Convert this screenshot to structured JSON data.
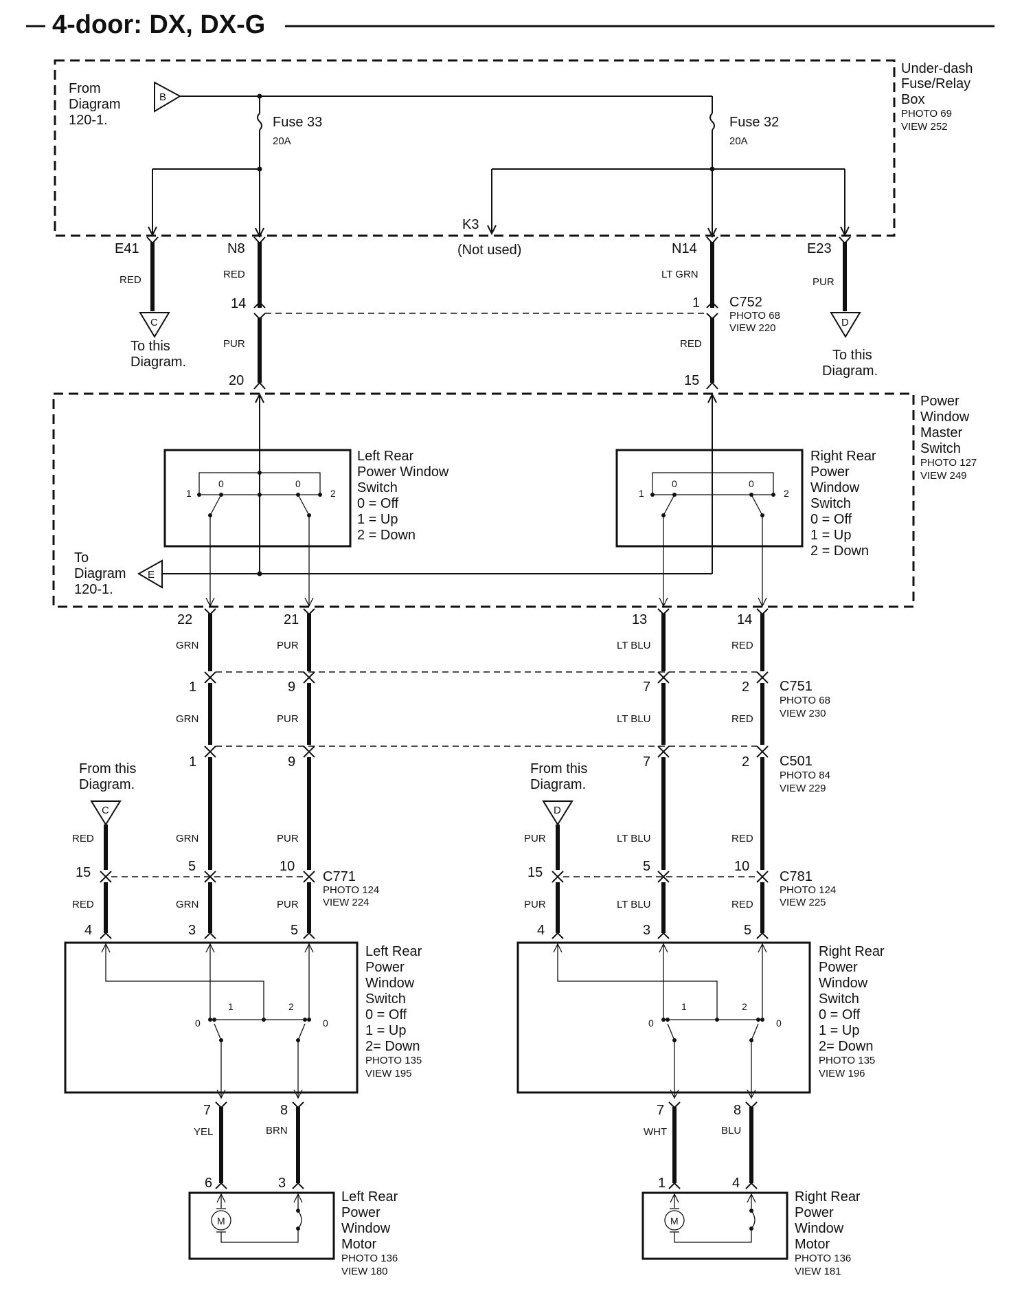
{
  "title": "4-door: DX, DX-G",
  "fuse_box": {
    "name_lines": [
      "Under-dash",
      "Fuse/Relay",
      "Box"
    ],
    "photo": "PHOTO 69",
    "view": "VIEW 252",
    "source_lines": [
      "From",
      "Diagram",
      "120-1."
    ],
    "source_tag": "B",
    "fuse33": {
      "name": "Fuse 33",
      "rating": "20A"
    },
    "fuse32": {
      "name": "Fuse 32",
      "rating": "20A"
    },
    "k3": "K3",
    "not_used": "(Not used)",
    "terminals": {
      "e41": "E41",
      "n8": "N8",
      "n14": "N14",
      "e23": "E23"
    }
  },
  "upper": {
    "wire_e41": "RED",
    "wire_n8": "RED",
    "wire_n14": "LT GRN",
    "wire_e23": "PUR",
    "dest_c": {
      "tag": "C",
      "lines": [
        "To this",
        "Diagram."
      ]
    },
    "dest_d": {
      "tag": "D",
      "lines": [
        "To this",
        "Diagram."
      ]
    },
    "c752": {
      "name": "C752",
      "photo": "PHOTO 68",
      "view": "VIEW 220",
      "pin_left": "14",
      "pin_right": "1"
    },
    "wire_pur": "PUR",
    "wire_red": "RED",
    "pin_20": "20",
    "pin_15": "15"
  },
  "master": {
    "name_lines": [
      "Power",
      "Window",
      "Master",
      "Switch"
    ],
    "photo": "PHOTO 127",
    "view": "VIEW 249",
    "left_switch": [
      "Left Rear",
      "Power Window",
      "Switch",
      "0 = Off",
      "1 = Up",
      "2 = Down"
    ],
    "right_switch": [
      "Right Rear",
      "Power",
      "Window",
      "Switch",
      "0 = Off",
      "1 = Up",
      "2 = Down"
    ],
    "to_lines": [
      "To",
      "Diagram",
      "120-1."
    ],
    "to_tag": "E",
    "pos0": "0",
    "pos1": "1",
    "pos2": "2"
  },
  "mid": {
    "pins_master": [
      "22",
      "21",
      "13",
      "14"
    ],
    "wires_a": [
      "GRN",
      "PUR",
      "LT BLU",
      "RED"
    ],
    "c751": {
      "name": "C751",
      "photo": "PHOTO 68",
      "view": "VIEW 230",
      "pins": [
        "1",
        "9",
        "7",
        "2"
      ]
    },
    "wires_b": [
      "GRN",
      "PUR",
      "LT BLU",
      "RED"
    ],
    "c501": {
      "name": "C501",
      "photo": "PHOTO 84",
      "view": "VIEW 229",
      "pins": [
        "1",
        "9",
        "7",
        "2"
      ]
    }
  },
  "left_door": {
    "from_lines": [
      "From this",
      "Diagram."
    ],
    "from_tag": "C",
    "wires_top": [
      "RED",
      "GRN",
      "PUR"
    ],
    "connector": {
      "name": "C771",
      "photo": "PHOTO 124",
      "view": "VIEW 224",
      "pins": [
        "15",
        "5",
        "10"
      ]
    },
    "wires_bottom": [
      "RED",
      "GRN",
      "PUR"
    ],
    "switch_pins": [
      "4",
      "3",
      "5"
    ],
    "switch": [
      "Left Rear",
      "Power",
      "Window",
      "Switch",
      "0 = Off",
      "1 = Up",
      "2=  Down"
    ],
    "switch_photo": "PHOTO 135",
    "switch_view": "VIEW 195",
    "out_pins": [
      "7",
      "8"
    ],
    "out_wires": [
      "YEL",
      "BRN"
    ],
    "motor_pins": [
      "6",
      "3"
    ],
    "motor": [
      "Left Rear",
      "Power",
      "Window",
      "Motor"
    ],
    "motor_photo": "PHOTO 136",
    "motor_view": "VIEW 180",
    "motor_symbol": "M"
  },
  "right_door": {
    "from_lines": [
      "From this",
      "Diagram."
    ],
    "from_tag": "D",
    "wires_top": [
      "PUR",
      "LT BLU",
      "RED"
    ],
    "connector": {
      "name": "C781",
      "photo": "PHOTO 124",
      "view": "VIEW 225",
      "pins": [
        "15",
        "5",
        "10"
      ]
    },
    "wires_bottom": [
      "PUR",
      "LT BLU",
      "RED"
    ],
    "switch_pins": [
      "4",
      "3",
      "5"
    ],
    "switch": [
      "Right Rear",
      "Power",
      "Window",
      "Switch",
      "0 = Off",
      "1 = Up",
      "2=  Down"
    ],
    "switch_photo": "PHOTO 135",
    "switch_view": "VIEW 196",
    "out_pins": [
      "7",
      "8"
    ],
    "out_wires": [
      "WHT",
      "BLU"
    ],
    "motor_pins": [
      "1",
      "4"
    ],
    "motor": [
      "Right Rear",
      "Power",
      "Window",
      "Motor"
    ],
    "motor_photo": "PHOTO 136",
    "motor_view": "VIEW 181",
    "motor_symbol": "M"
  }
}
